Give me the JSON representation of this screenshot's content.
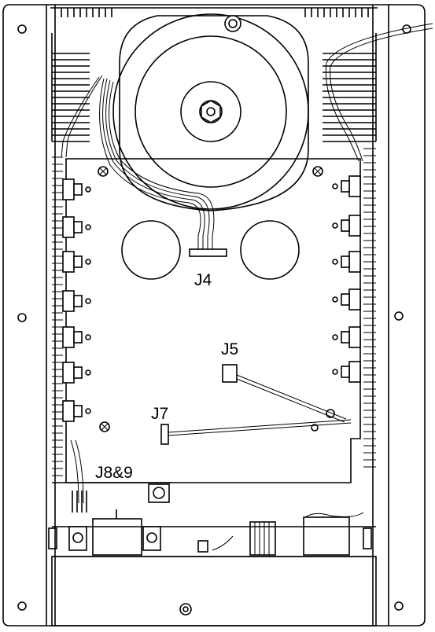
{
  "labels": {
    "j4": "J4",
    "j5": "J5",
    "j7": "J7",
    "j8_9": "J8&9"
  },
  "colors": {
    "line": "#000000",
    "background": "#ffffff"
  }
}
